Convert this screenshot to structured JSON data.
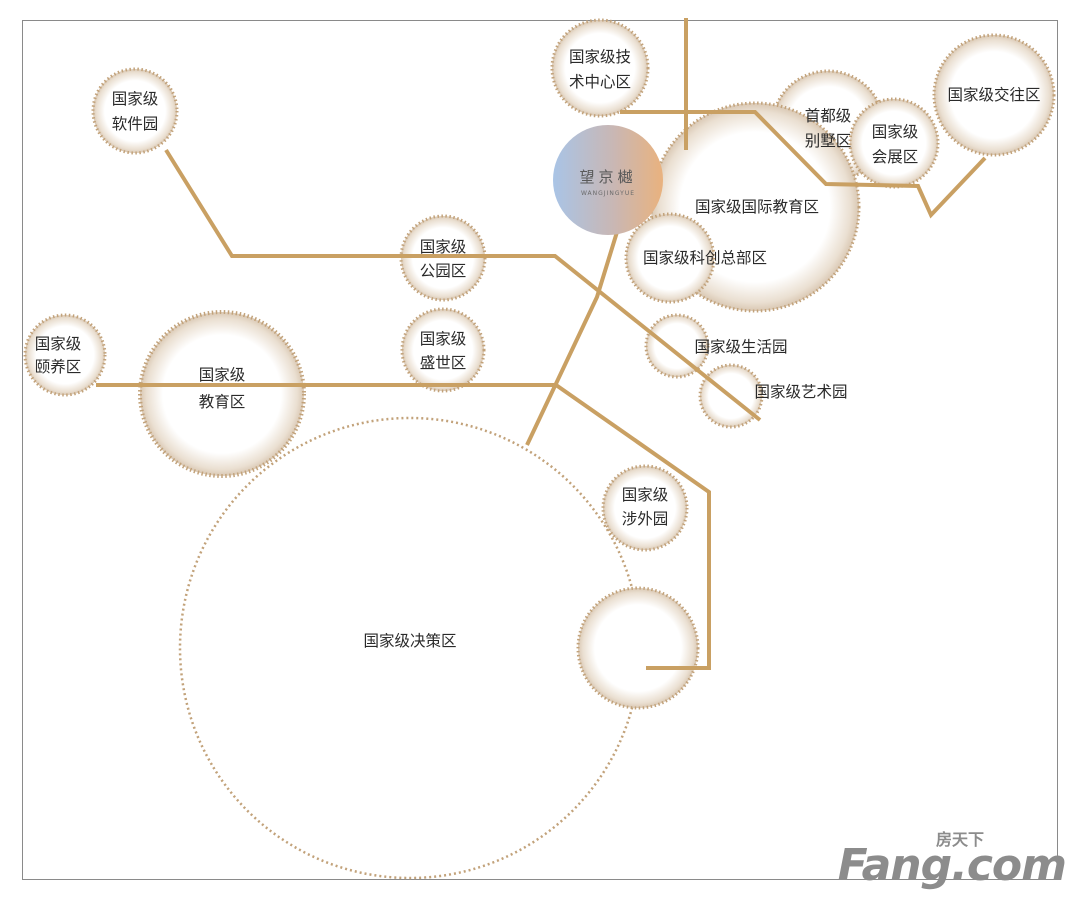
{
  "center": {
    "name": "望京樾",
    "pinyin": "WANGJINGYUE"
  },
  "zones": {
    "tech_center": [
      "国家级技",
      "术中心区"
    ],
    "software_park": [
      "国家级",
      "软件园"
    ],
    "villa": [
      "首都级",
      "别墅区"
    ],
    "exhibition": [
      "国家级",
      "会展区"
    ],
    "diplomatic": [
      "国家级交往区"
    ],
    "intl_education": [
      "国家级国际教育区"
    ],
    "innovation_hq": [
      "国家级科创总部区"
    ],
    "park": [
      "国家级",
      "公园区"
    ],
    "shengshi": [
      "国家级",
      "盛世区"
    ],
    "yiyang": [
      "国家级",
      "颐养区"
    ],
    "education": [
      "国家级",
      "教育区"
    ],
    "living_park": [
      "国家级生活园"
    ],
    "art_park": [
      "国家级艺术园"
    ],
    "foreign_affairs": [
      "国家级",
      "涉外园"
    ],
    "decision": [
      "国家级决策区"
    ]
  },
  "watermark": {
    "logo": "Fang.com",
    "sub": "房天下"
  },
  "colors": {
    "line": "#c9a063",
    "dot": "#c2a27a",
    "glow": "#e9dccb"
  }
}
